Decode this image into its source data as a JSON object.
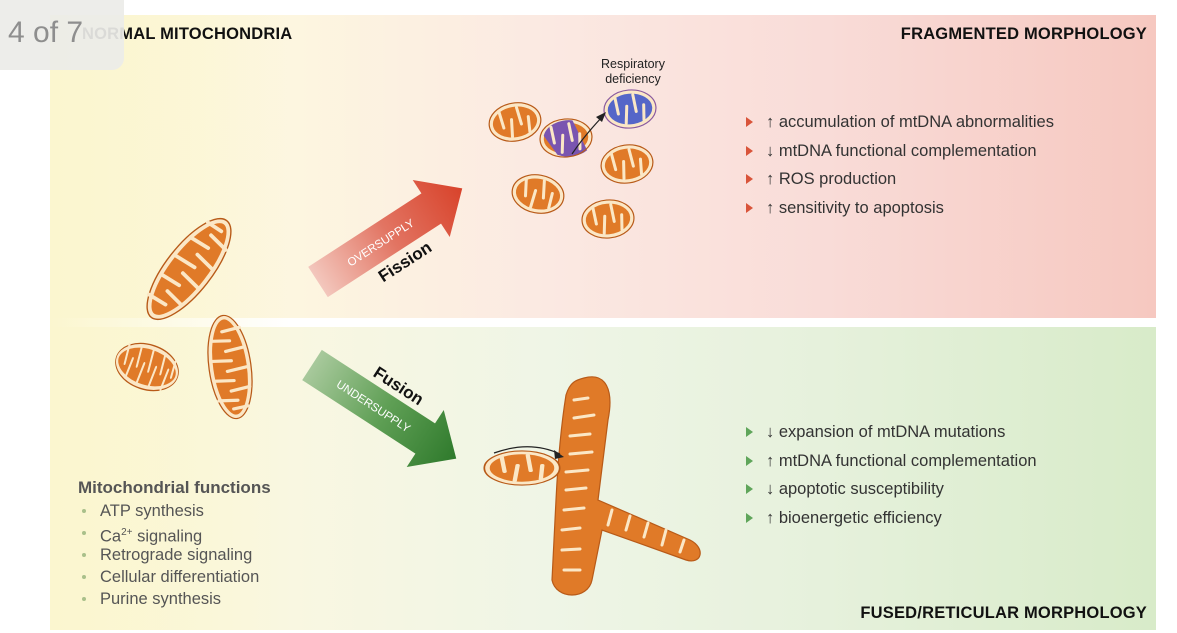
{
  "pager": "4 of 7",
  "headings": {
    "normal": "NORMAL MITOCHONDRIA",
    "fragmented": "FRAGMENTED MORPHOLOGY",
    "fused": "FUSED/RETICULAR MORPHOLOGY"
  },
  "arrows": {
    "fission": {
      "label": "Fission",
      "sublabel": "OVERSUPPLY"
    },
    "fusion": {
      "label": "Fusion",
      "sublabel": "UNDERSUPPLY"
    }
  },
  "respiratory_label": "Respiratory deficiency",
  "fragmented_effects": [
    "↑ accumulation of mtDNA abnormalities",
    "↓ mtDNA functional complementation",
    "↑ ROS production",
    "↑ sensitivity to apoptosis"
  ],
  "fused_effects": [
    "↓ expansion of mtDNA mutations",
    "↑ mtDNA functional complementation",
    "↓ apoptotic susceptibility",
    "↑ bioenergetic efficiency"
  ],
  "functions": {
    "title": "Mitochondrial functions",
    "items": {
      "atp": "ATP synthesis",
      "ca_prefix": "Ca",
      "ca_sup": "2+",
      "ca_suffix": " signaling",
      "retrograde": "Retrograde signaling",
      "differentiation": "Cellular differentiation",
      "purine": "Purine synthesis"
    }
  },
  "colors": {
    "mito_fill": "#e07a28",
    "mito_outline": "#b85a18",
    "cristae": "#fbe7c6",
    "deficient": "#5566c8",
    "fission_arrow": "#d84a30",
    "fusion_arrow": "#3f8a3a"
  }
}
